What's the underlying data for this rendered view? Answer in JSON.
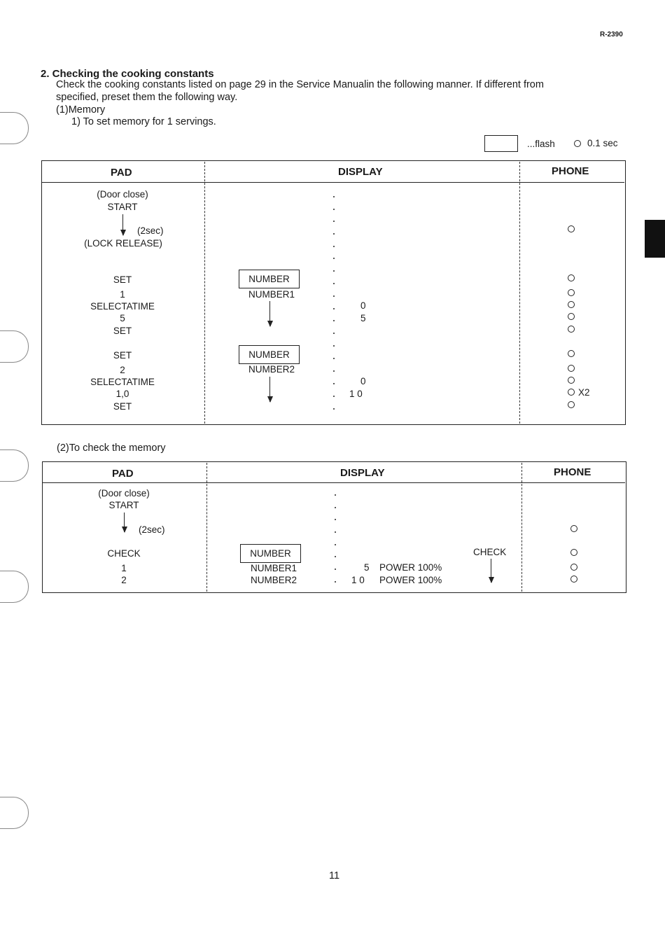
{
  "header": {
    "model": "R-2390"
  },
  "section": {
    "title": "2. Checking the cooking constants",
    "intro_line1": "Check the cooking constants listed on page 29 in the Service Manualin the following manner.  If different from",
    "intro_line2": "specified, preset them the following way.",
    "sub1": "(1)Memory",
    "sub1_step": "1) To set memory for 1 servings."
  },
  "legend": {
    "flash": "...flash",
    "interval": "0.1 sec"
  },
  "table1": {
    "headers": {
      "pad": "PAD",
      "display": "DISPLAY",
      "phone": "PHONE"
    },
    "pad": {
      "door_close": "(Door close)",
      "start": "START",
      "two_sec": "(2sec)",
      "lock_release": "(LOCK RELEASE)",
      "set_a": "SET",
      "one": "1",
      "selectatime_a": "SELECTATIME",
      "five": "5",
      "set_b": "SET",
      "set_c": "SET",
      "two": "2",
      "selectatime_b": "SELECTATIME",
      "one_zero": "1,0",
      "set_d": "SET"
    },
    "display": {
      "number_a": "NUMBER",
      "number1": "NUMBER1",
      "zero_a": "0",
      "five": "5",
      "number_b": "NUMBER",
      "number2": "NUMBER2",
      "zero_b": "0",
      "ten": "1  0"
    },
    "phone": {
      "x2": "X2"
    }
  },
  "section2": {
    "title": "(2)To check the memory"
  },
  "table2": {
    "headers": {
      "pad": "PAD",
      "display": "DISPLAY",
      "phone": "PHONE"
    },
    "pad": {
      "door_close": "(Door close)",
      "start": "START",
      "two_sec": "(2sec)",
      "check": "CHECK",
      "one": "1",
      "two": "2"
    },
    "display": {
      "number": "NUMBER",
      "number1": "NUMBER1",
      "number2": "NUMBER2",
      "row1_value": "5",
      "row1_text": "POWER 100%",
      "row2_value": "1  0",
      "row2_text": "POWER 100%",
      "check": "CHECK"
    }
  },
  "footer": {
    "page_number": "11"
  }
}
